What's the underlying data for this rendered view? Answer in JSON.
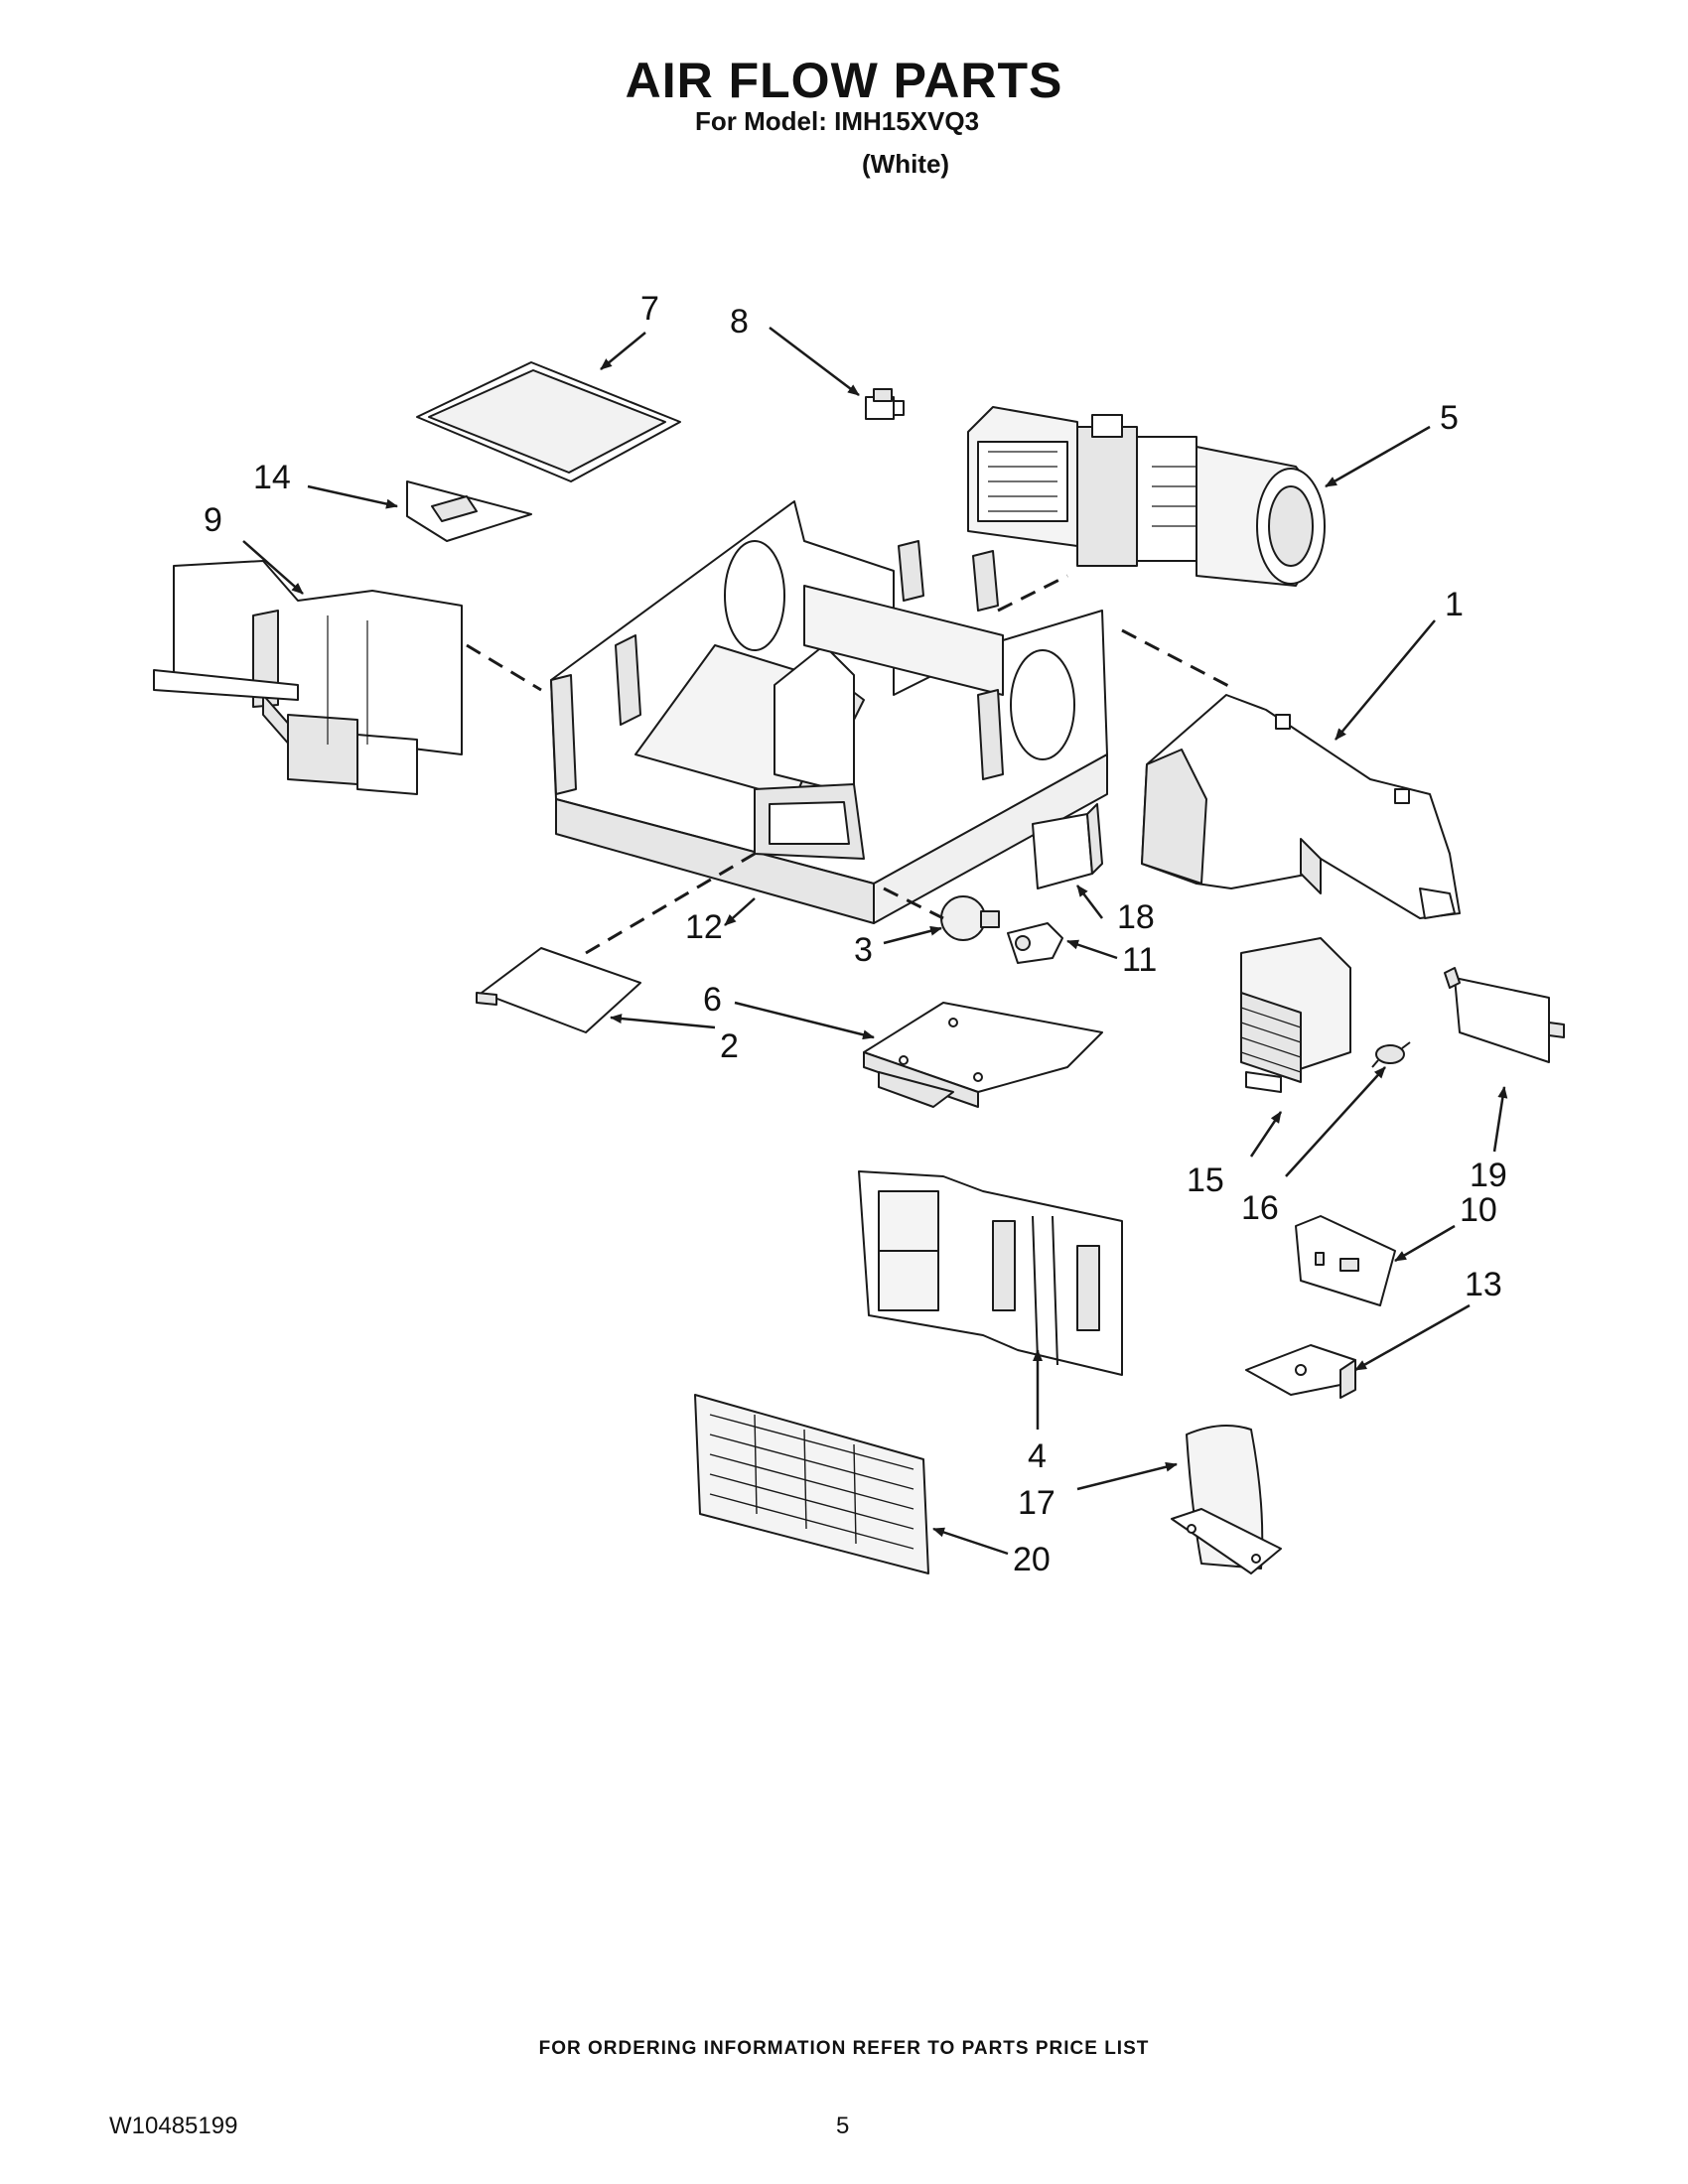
{
  "header": {
    "title": "AIR FLOW PARTS",
    "model_line": "For Model: IMH15XVQ3",
    "variant": "(White)"
  },
  "diagram": {
    "callouts": [
      "1",
      "2",
      "3",
      "4",
      "5",
      "6",
      "7",
      "8",
      "9",
      "10",
      "11",
      "12",
      "13",
      "14",
      "15",
      "16",
      "17",
      "18",
      "19",
      "20"
    ],
    "stroke_color": "#1a1a1a",
    "fill_color": "#ffffff",
    "shade_color": "#e6e6e6"
  },
  "footer": {
    "ordering_note": "FOR ORDERING INFORMATION REFER TO PARTS PRICE LIST",
    "doc_number": "W10485199",
    "page_number": "5"
  }
}
